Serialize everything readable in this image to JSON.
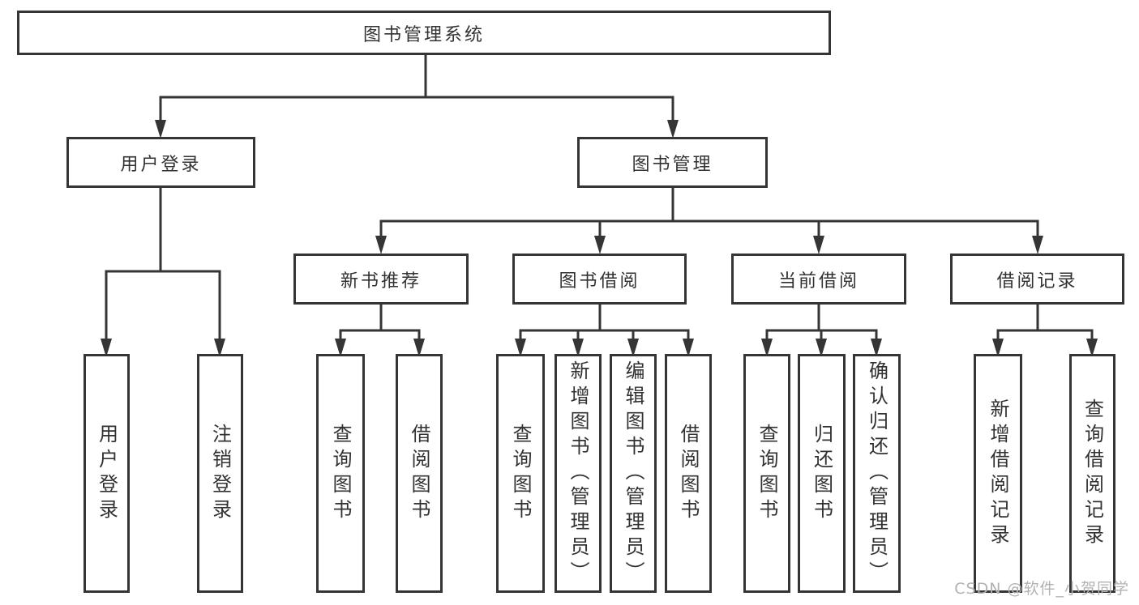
{
  "tree": {
    "root": "图书管理系统",
    "branches": [
      {
        "label": "用户登录",
        "children": [
          "用户登录",
          "注销登录"
        ]
      },
      {
        "label": "图书管理",
        "subbranches": [
          {
            "label": "新书推荐",
            "children": [
              "查询图书",
              "借阅图书"
            ]
          },
          {
            "label": "图书借阅",
            "children": [
              "查询图书",
              "新增图书（管理员）",
              "编辑图书（管理员）",
              "借阅图书"
            ]
          },
          {
            "label": "当前借阅",
            "children": [
              "查询图书",
              "归还图书",
              "确认归还（管理员）"
            ]
          },
          {
            "label": "借阅记录",
            "children": [
              "新增借阅记录",
              "查询借阅记录"
            ]
          }
        ]
      }
    ]
  },
  "watermark": "CSDN @软件_小贺同学",
  "colors": {
    "line": "#353535",
    "text": "#323232",
    "watermark": "#b2b2b2",
    "background": "#ffffff"
  }
}
